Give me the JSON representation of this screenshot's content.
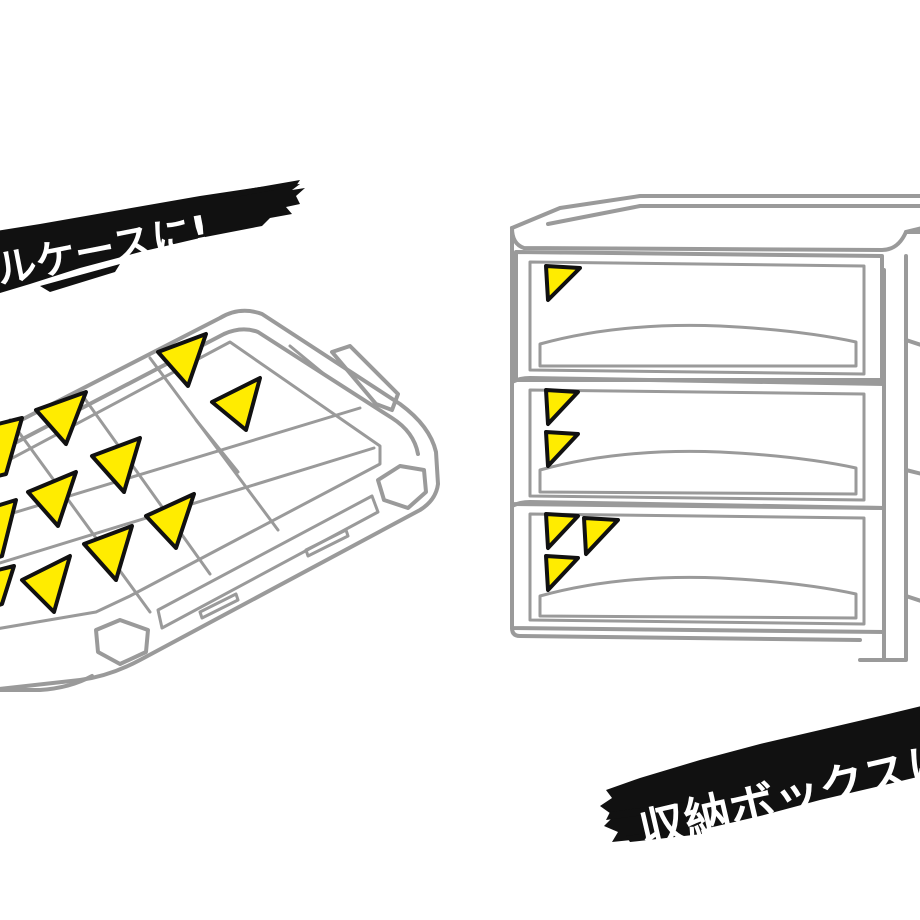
{
  "banners": {
    "tool_case": {
      "text": "ルケースに!"
    },
    "storage_box": {
      "text": "収納ボックスに"
    }
  },
  "colors": {
    "marker_fill": "#ffec00",
    "marker_stroke": "#111111",
    "outline": "#9a9a9a",
    "banner_bg": "#111111",
    "banner_text": "#ffffff",
    "background": "#ffffff"
  },
  "illustrations": {
    "tool_case": {
      "marker_count": 11
    },
    "storage_drawers": {
      "drawer_count": 3,
      "marker_count": 6
    }
  }
}
